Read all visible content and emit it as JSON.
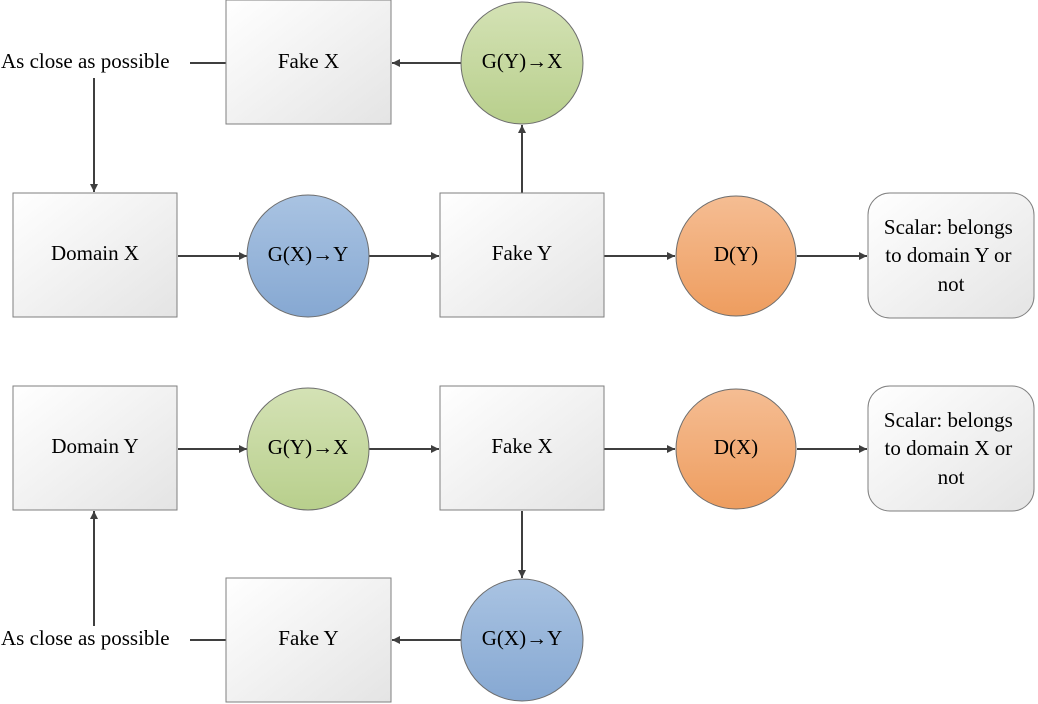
{
  "colors": {
    "box_fill_top": "#ffffff",
    "box_fill_bottom": "#e6e6e6",
    "generator_green": "#c3d69b",
    "generator_blue": "#95b3d7",
    "discriminator_orange": "#f2a772",
    "edge": "#3f3f3f"
  },
  "top_cycle": {
    "domain_x": "Domain X",
    "g_x_to_y": "G(X)→Y",
    "fake_y": "Fake Y",
    "d_y": "D(Y)",
    "output_lines": [
      "Scalar: belongs",
      "to domain Y or",
      "not"
    ],
    "g_y_to_x": "G(Y)→X",
    "fake_x": "Fake X",
    "close_label": "As close as possible"
  },
  "bottom_cycle": {
    "domain_y": "Domain Y",
    "g_y_to_x": "G(Y)→X",
    "fake_x": "Fake X",
    "d_x": "D(X)",
    "output_lines": [
      "Scalar: belongs",
      "to domain X or",
      "not"
    ],
    "g_x_to_y": "G(X)→Y",
    "fake_y": "Fake Y",
    "close_label": "As close as possible"
  }
}
